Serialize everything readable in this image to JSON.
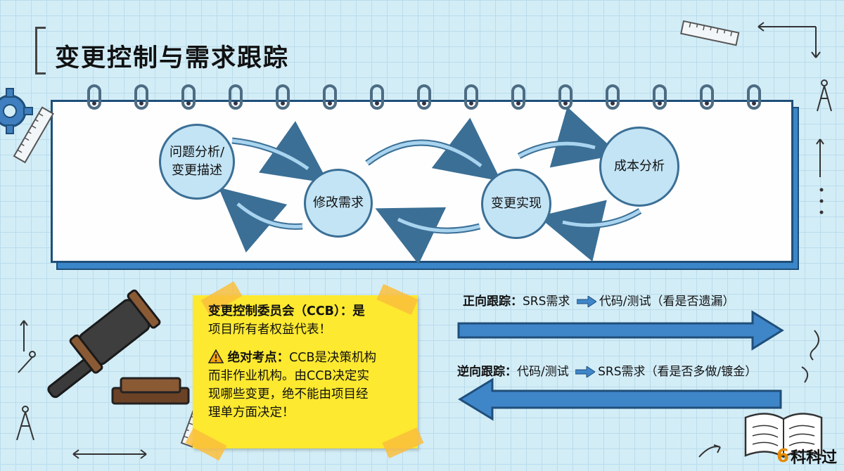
{
  "title": "变更控制与需求跟踪",
  "flow": {
    "node1_line1": "问题分析/",
    "node1_line2": "变更描述",
    "node2": "修改需求",
    "node3": "变更实现",
    "node4": "成本分析"
  },
  "ccb": {
    "line1": "变更控制委员会（CCB）：是",
    "line2": "项目所有者权益代表！",
    "exam_label": "绝对考点：",
    "exam_line1": "CCB是决策机构",
    "exam_line2": "而非作业机构。由CCB决定实",
    "exam_line3": "现哪些变更，绝不能由项目经",
    "exam_line4": "理单方面决定！"
  },
  "forward": {
    "label": "正向跟踪：",
    "from": "SRS需求",
    "to": "代码/测试（看是否遗漏）"
  },
  "backward": {
    "label": "逆向跟踪：",
    "from": "代码/测试",
    "to": "SRS需求（看是否多做/镀金）"
  },
  "logo": {
    "text": "科科过",
    "mark": "6"
  },
  "colors": {
    "accent_blue": "#3a86c8",
    "circle_fill": "#c3e4f5",
    "sticky_yellow": "#fde92f",
    "warning_orange": "#e58a00"
  }
}
